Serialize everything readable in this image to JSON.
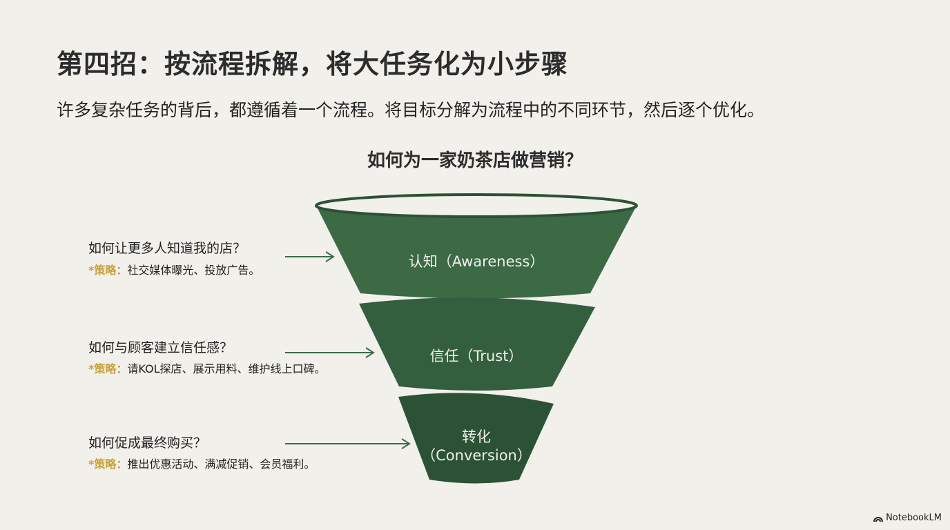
{
  "title": "第四招：按流程拆解，将大任务化为小步骤",
  "subtitle": "许多复杂任务的背后，都遵循着一个流程。将目标分解为流程中的不同环节，然后逐个优化。",
  "funnel_title": "如何为一家奶茶店做营销？",
  "stages": [
    {
      "label": "认知（Awareness）",
      "question": "如何让更多人知道我的店？",
      "strategy_key": "*策略：",
      "strategy": "社交媒体曝光、投放广告。"
    },
    {
      "label": "信任（Trust）",
      "question": "如何与顾客建立信任感？",
      "strategy_key": "*策略：",
      "strategy": "请KOL探店、展示用料、维护线上口碑。"
    },
    {
      "label_line1": "转化",
      "label_line2": "（Conversion）",
      "question": "如何促成最终购买？",
      "strategy_key": "*策略：",
      "strategy": "推出优惠活动、满减促销、会员福利。"
    }
  ],
  "brand": "NotebookLM",
  "colors": {
    "funnel1": "#3b6a45",
    "funnel2": "#345f3e",
    "funnel3": "#2c5236",
    "accent": "#c9a23a"
  }
}
